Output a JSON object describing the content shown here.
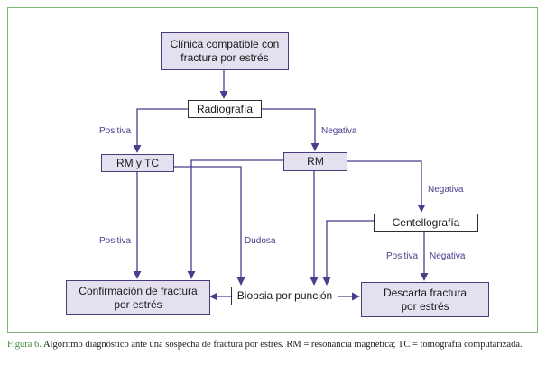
{
  "nodes": {
    "clinica": "Clínica compatible con\nfractura por estrés",
    "radiografia": "Radiografía",
    "rm_tc": "RM y TC",
    "rm": "RM",
    "centellografia": "Centellografía",
    "confirmacion": "Confirmación de fractura\npor estrés",
    "biopsia": "Biopsia por punción",
    "descarta": "Descarta fractura\npor estrés"
  },
  "edge_labels": {
    "positiva_1": "Positiva",
    "negativa_1": "Negativa",
    "negativa_2": "Negativa",
    "positiva_2": "Positiva",
    "dudosa": "Dudosa",
    "positiva_3": "Positiva",
    "negativa_3": "Negativa"
  },
  "caption": {
    "figure": "Figura 6.",
    "text": " Algoritmo diagnóstico ante una sospecha de fractura por estrés. RM = resonancia magnética; TC = tomografía computarizada."
  },
  "colors": {
    "arrow": "#4b3c8c",
    "frame": "#7fb77a",
    "shaded_fill": "#e4e0f0"
  }
}
